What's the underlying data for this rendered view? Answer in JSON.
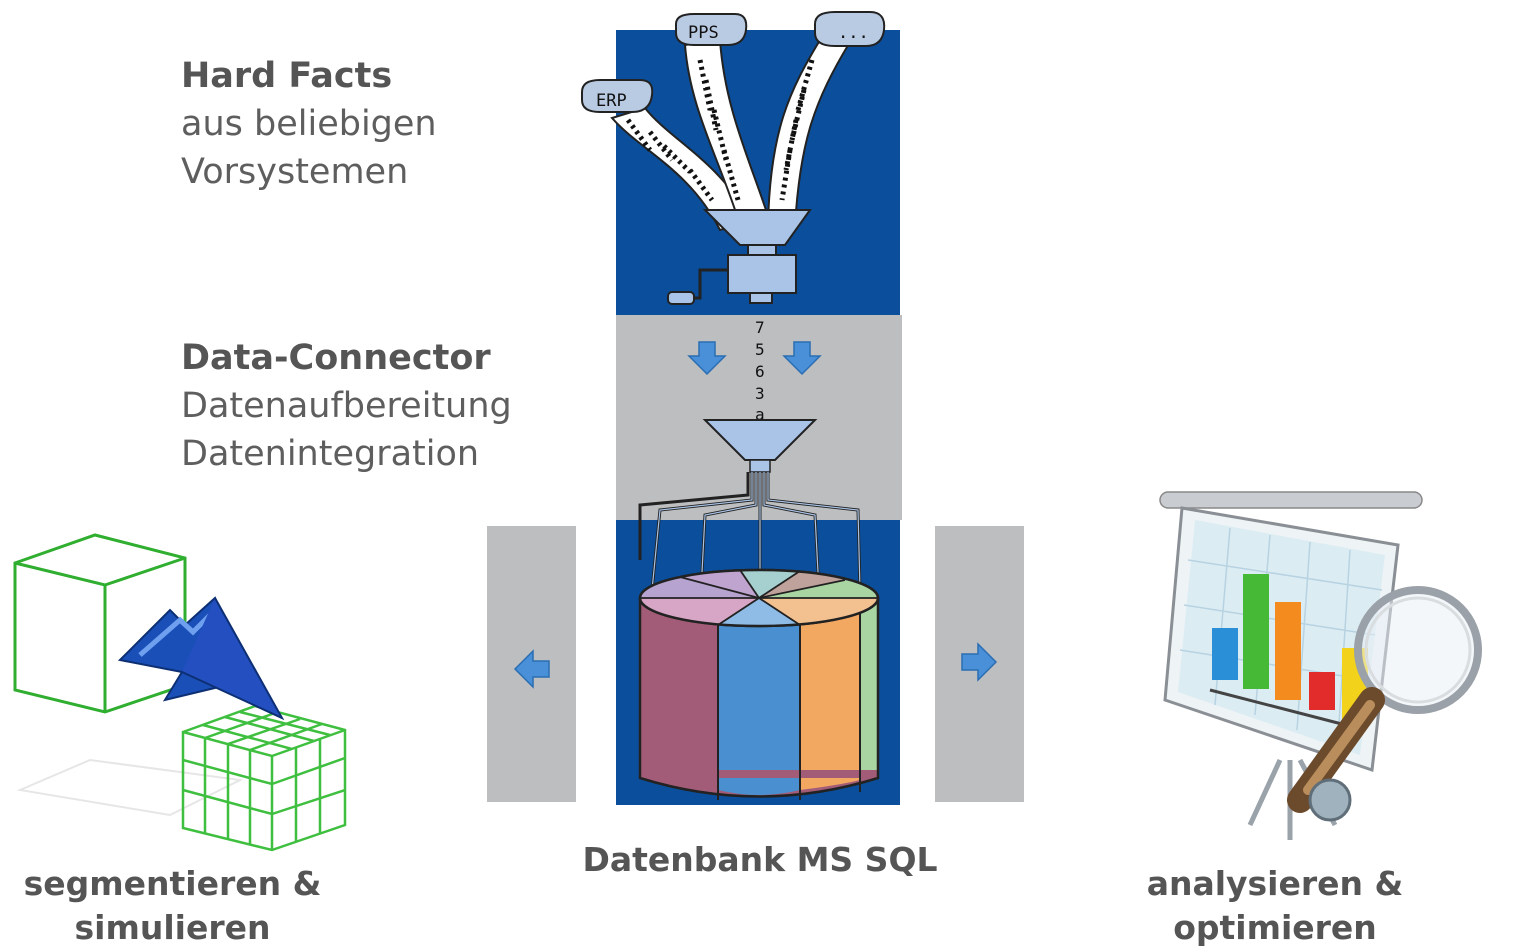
{
  "hard_facts": {
    "title": "Hard Facts",
    "line1": "aus beliebigen",
    "line2": "Vorsystemen"
  },
  "data_connector": {
    "title": "Data-Connector",
    "line1": "Datenaufbereitung",
    "line2": "Datenintegration"
  },
  "sources": {
    "erp": "ERP",
    "pps": "PPS",
    "more": "..."
  },
  "digits": [
    "7",
    "5",
    "6",
    "3",
    "a"
  ],
  "captions": {
    "database": "Datenbank MS SQL",
    "left_line1": "segmentieren &",
    "left_line2": "simulieren",
    "right_line1": "analysieren &",
    "right_line2": "optimieren"
  },
  "colors": {
    "panel_blue": "#0b4f9c",
    "panel_gray": "#bdbec0",
    "arrow_blue": "#4a90d9",
    "funnel": "#a9c4e6",
    "cube_green": "#2fae2f",
    "slice_mauve": "#a35c77",
    "slice_blue": "#4a90d0",
    "slice_orange": "#f3a862",
    "slice_green": "#a8d5a2"
  }
}
